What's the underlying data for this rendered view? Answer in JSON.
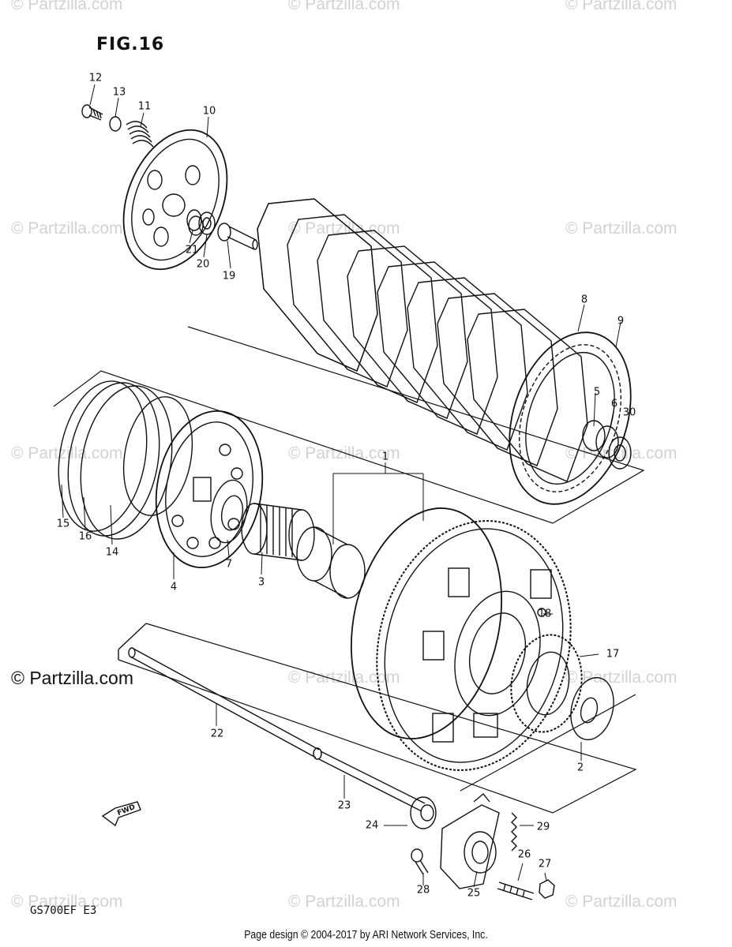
{
  "figure": {
    "title": "FIG.16",
    "model": "GS700EF E3",
    "brand": "© Partzilla.com",
    "watermark": "© Partzilla.com",
    "footer": "Page design © 2004-2017 by ARI Network Services, Inc.",
    "fwd_label": "FWD"
  },
  "callouts": [
    "1",
    "2",
    "3",
    "4",
    "5",
    "6",
    "7",
    "8",
    "9",
    "10",
    "11",
    "12",
    "13",
    "14",
    "15",
    "16",
    "17",
    "18",
    "19",
    "20",
    "21",
    "22",
    "23",
    "24",
    "25",
    "26",
    "27",
    "28",
    "29",
    "30"
  ]
}
